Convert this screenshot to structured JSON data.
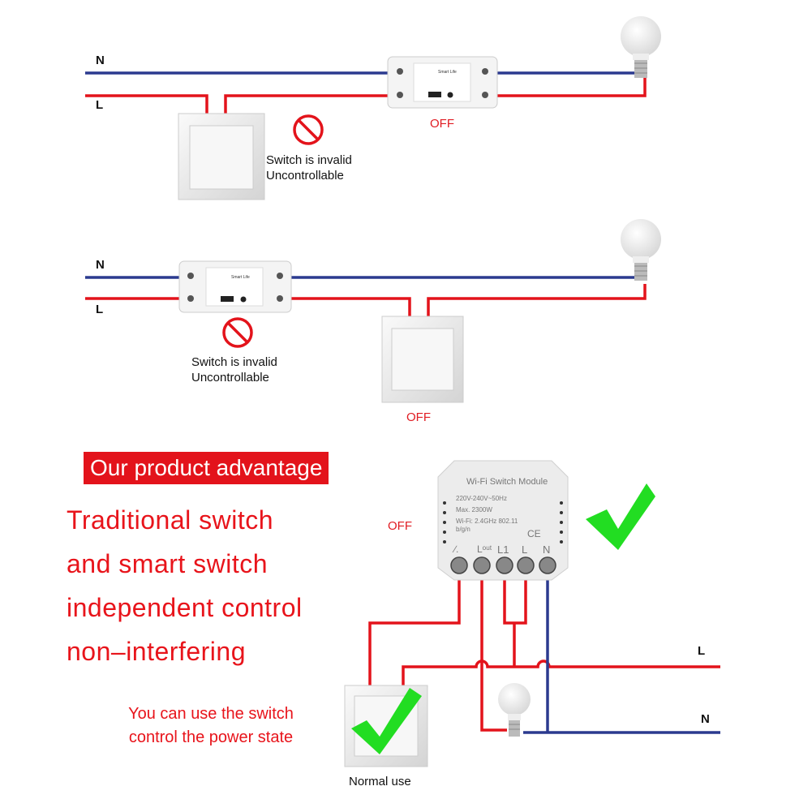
{
  "colors": {
    "neutral": "#2b3a8f",
    "live": "#e3131b",
    "check": "#22dd22",
    "banner": "#e3131b"
  },
  "diagram1": {
    "n_label": "N",
    "l_label": "L",
    "module_brand": "Smart Life",
    "status": "OFF",
    "note_line1": "Switch is invalid",
    "note_line2": "Uncontrollable",
    "icon": "prohibited-icon"
  },
  "diagram2": {
    "n_label": "N",
    "l_label": "L",
    "module_brand": "Smart Life",
    "status": "OFF",
    "note_line1": "Switch is invalid",
    "note_line2": "Uncontrollable",
    "icon": "prohibited-icon"
  },
  "advantage": {
    "banner": "Our product advantage",
    "lines": [
      "Traditional switch",
      "and smart switch",
      "independent control",
      "non–interfering"
    ],
    "status": "OFF",
    "module": {
      "title": "Wi-Fi  Switch  Module",
      "spec1": "220V-240V~50Hz",
      "spec2": "Max. 2300W",
      "spec3": "Wi-Fi: 2.4GHz 802.11",
      "spec4": "b/g/n",
      "marks": "CE",
      "terminals": [
        "∕.",
        "Lᵒᵘᵗ",
        "L1",
        "L",
        "N"
      ]
    },
    "l_label": "L",
    "n_label": "N",
    "note_line1": "You can use the switch",
    "note_line2": "control the power state",
    "switch_caption": "Normal use"
  }
}
